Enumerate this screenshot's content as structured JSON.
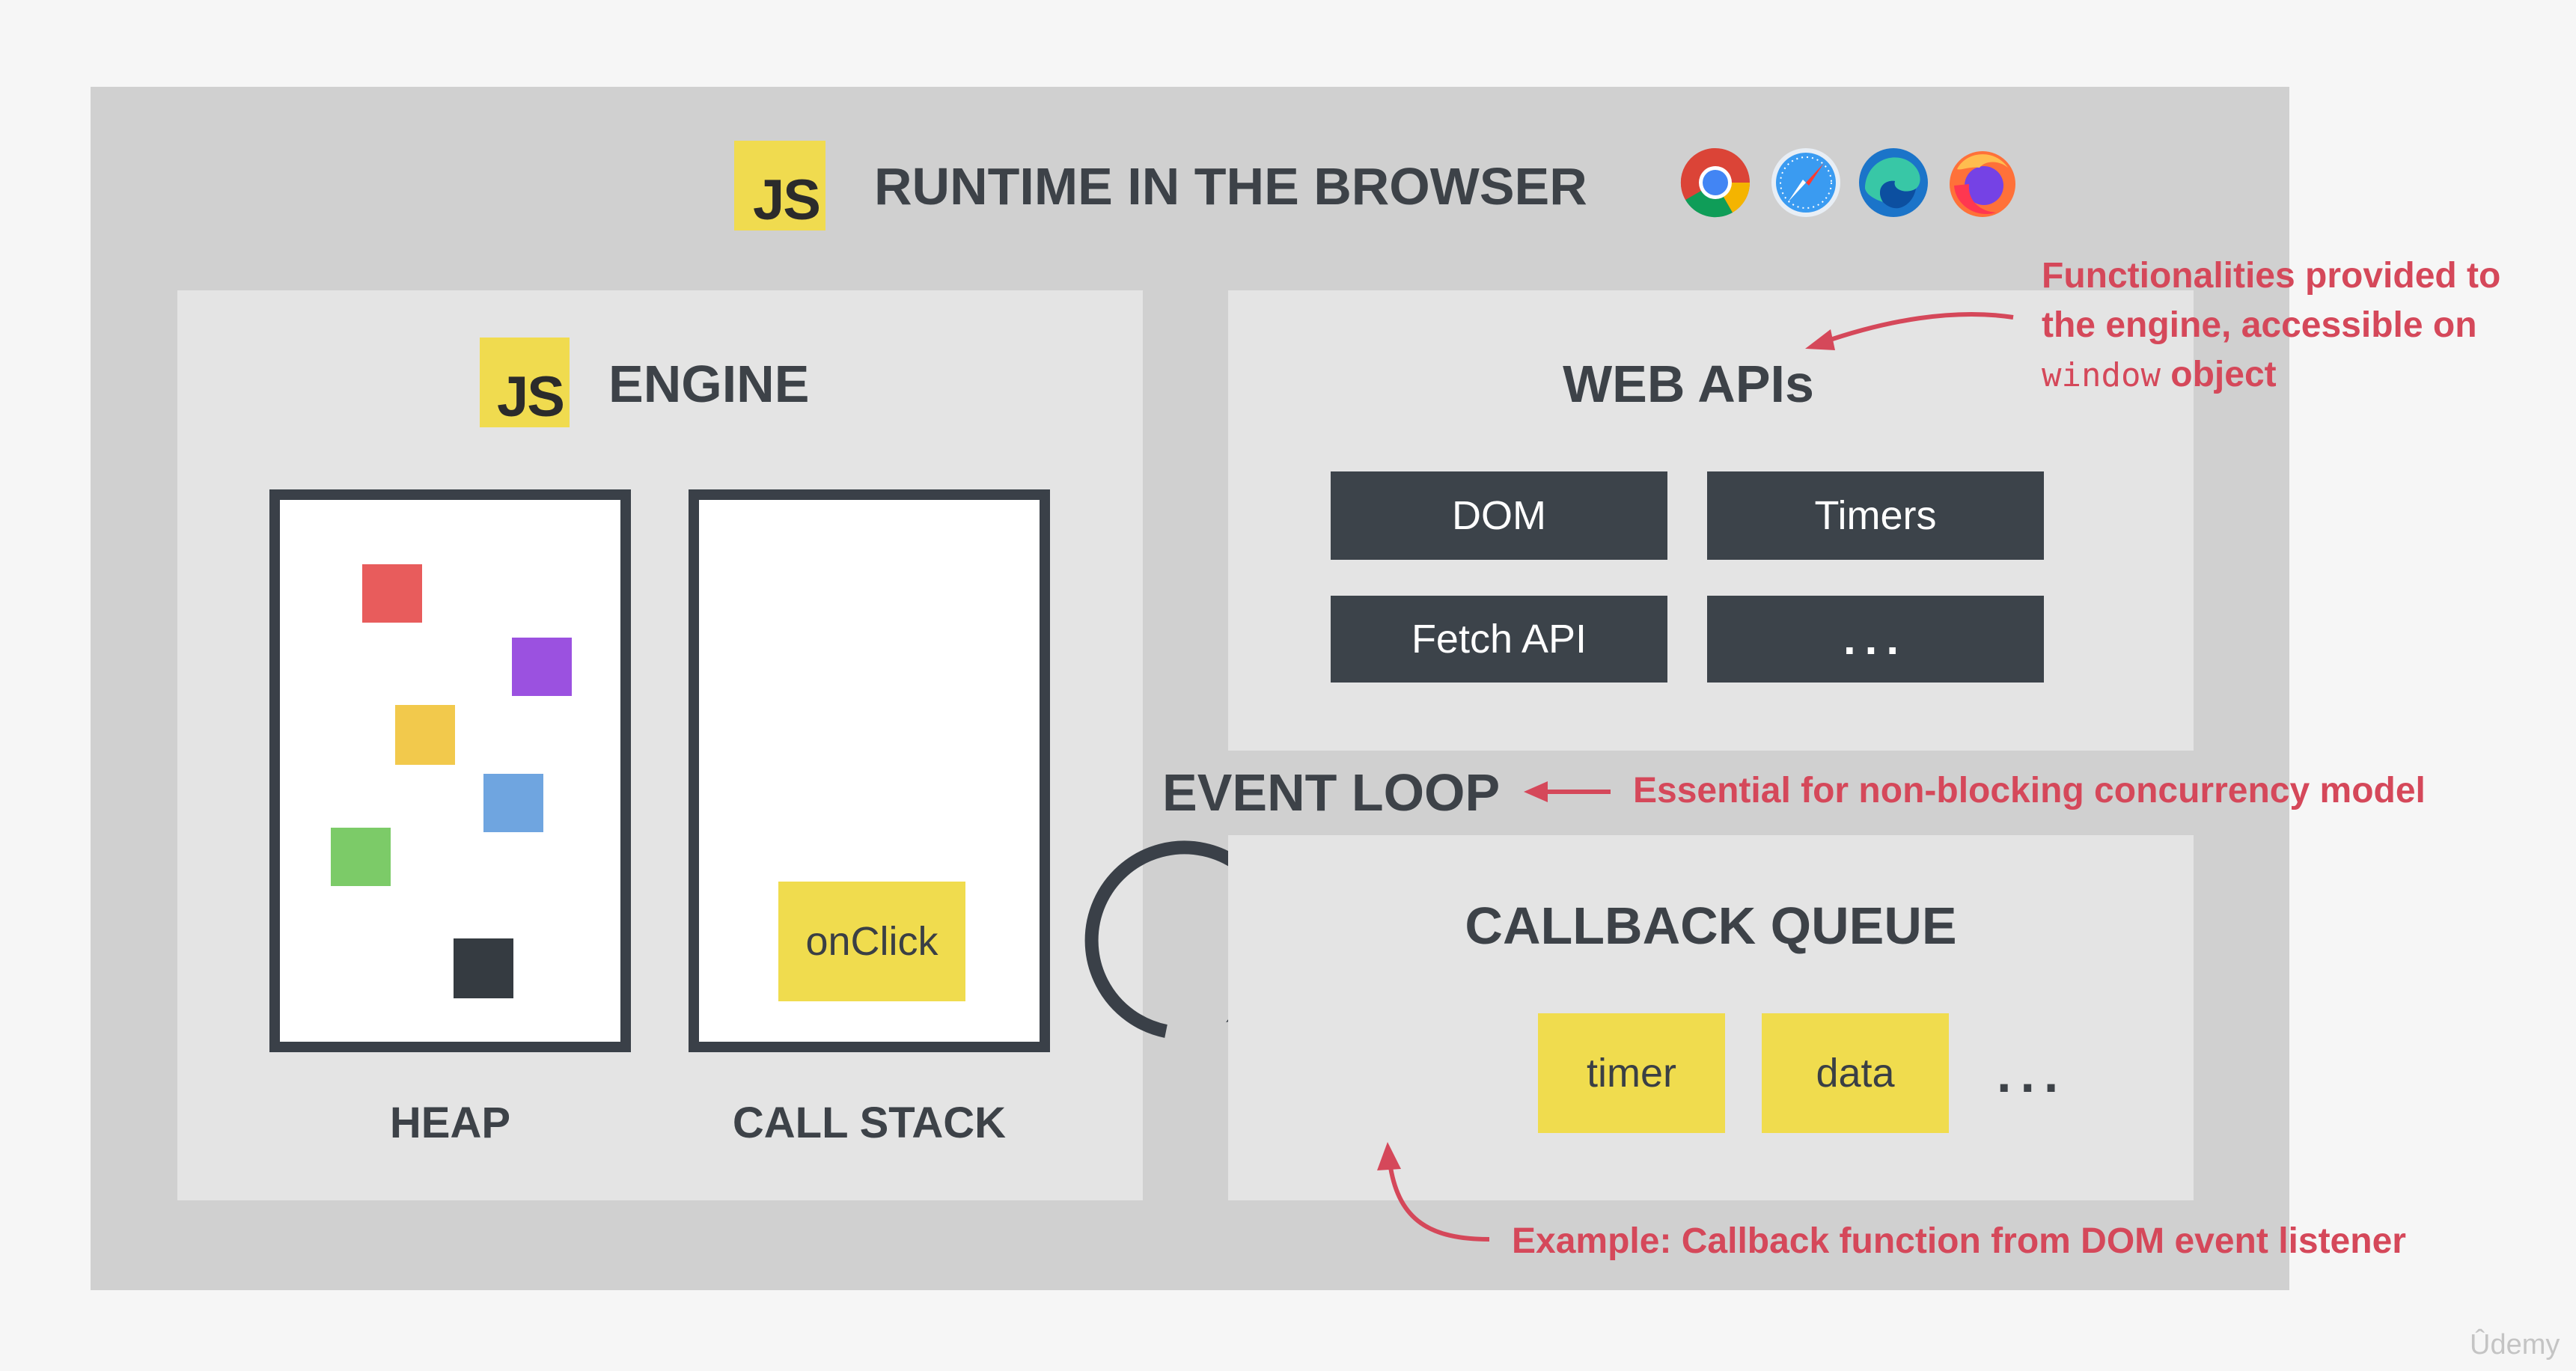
{
  "runtime": {
    "logo": "JS",
    "title": "RUNTIME IN THE BROWSER"
  },
  "browser_icons": [
    "chrome-icon",
    "safari-icon",
    "edge-icon",
    "firefox-icon"
  ],
  "engine": {
    "logo": "JS",
    "title": "ENGINE",
    "heap_label": "HEAP",
    "stack_label": "CALL STACK",
    "stack_item": "onClick"
  },
  "heap_colors": [
    "#e85c5c",
    "#9b51e0",
    "#f2c94c",
    "#6fa5e0",
    "#7ccb68",
    "#353b41"
  ],
  "web_apis": {
    "title": "WEB APIs",
    "items": [
      "DOM",
      "Timers",
      "Fetch API",
      "..."
    ]
  },
  "event_loop": {
    "title": "EVENT LOOP"
  },
  "callback_queue": {
    "title": "CALLBACK QUEUE",
    "items": [
      "timer",
      "data"
    ],
    "more": "..."
  },
  "notes": {
    "web_apis_line1": "Functionalities provided to",
    "web_apis_line2": "the engine, accessible on",
    "web_apis_code": "window",
    "web_apis_line3_rest": " object",
    "event_loop": "Essential for non-blocking concurrency model",
    "callback_queue": "Example: Callback function from DOM event listener"
  },
  "watermark": "Ûdemy",
  "colors": {
    "accent_note": "#d5485a",
    "js_yellow": "#f0db4f",
    "dark": "#3c434a"
  }
}
